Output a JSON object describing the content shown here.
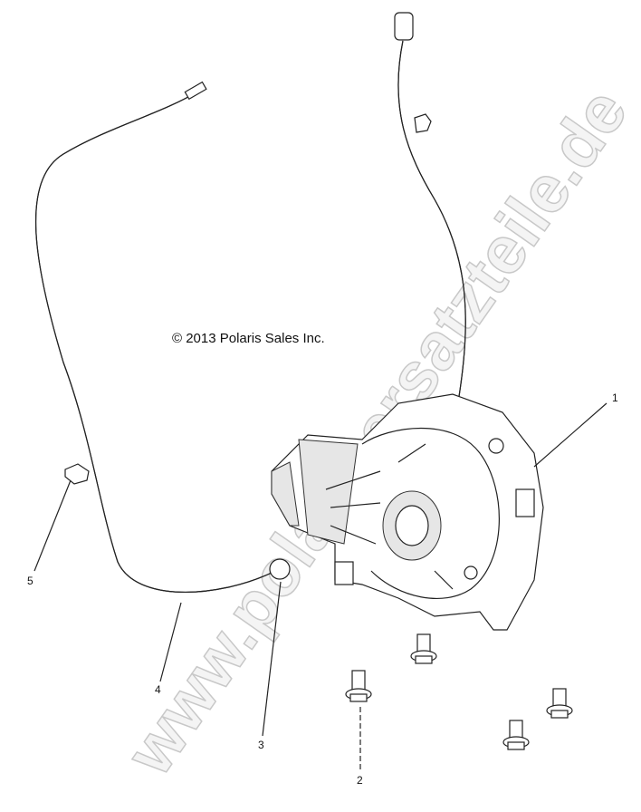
{
  "copyright": "© 2013 Polaris Sales Inc.",
  "watermark": "www.polarisersatzteile.de",
  "callouts": [
    {
      "label": "1",
      "part": "gearcase"
    },
    {
      "label": "2",
      "part": "bolt"
    },
    {
      "label": "3",
      "part": "clamp"
    },
    {
      "label": "4",
      "part": "vent-hose"
    },
    {
      "label": "5",
      "part": "hose-clip"
    }
  ],
  "colors": {
    "line": "#222222",
    "watermark": "#c8c8c8",
    "background": "#ffffff"
  }
}
